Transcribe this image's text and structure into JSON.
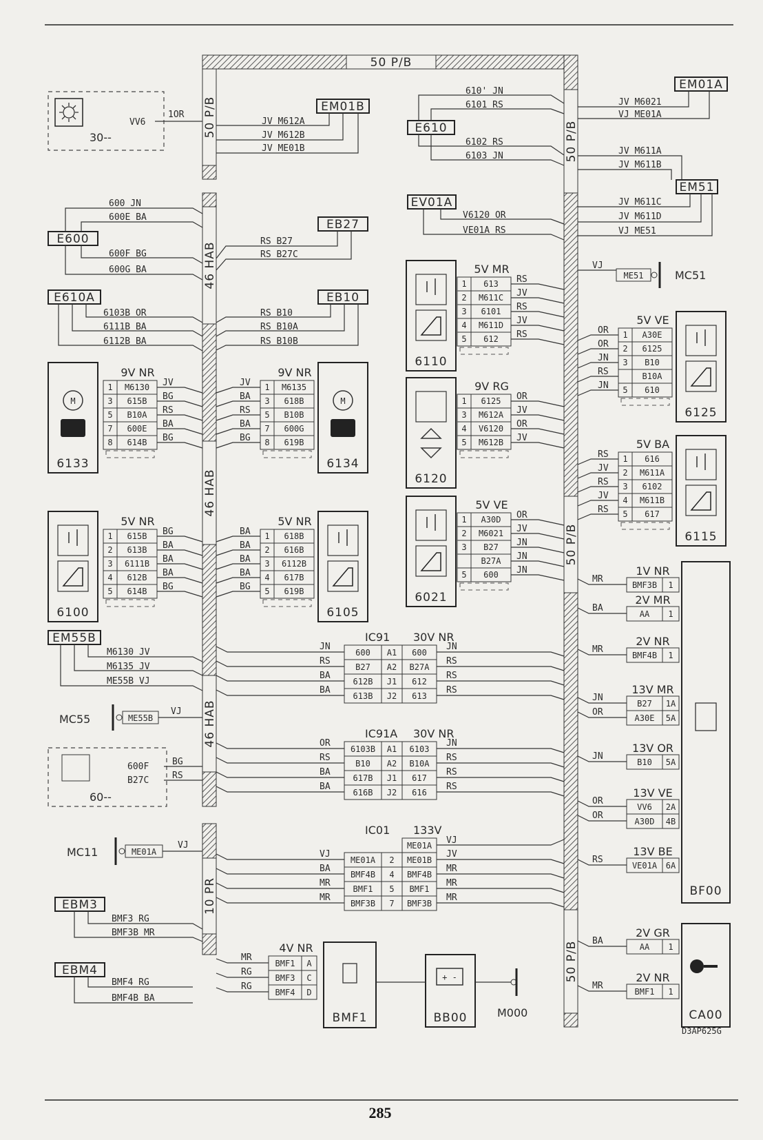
{
  "harness": {
    "top_label": "50 P/B",
    "left_upper": "50 P/B",
    "right_upper": "50 P/B",
    "left_mid": "46 HAB",
    "left_mid2": "46 HAB",
    "left_low": "46 HAB",
    "left_bottom": "10 PR",
    "right_mid": "50 P/B",
    "right_low": "50 P/B"
  },
  "connectors": {
    "em01a": "EM01A",
    "em01b": "EM01B",
    "e610": "E610",
    "em51": "EM51",
    "ev01a": "EV01A",
    "e600": "E600",
    "eb27": "EB27",
    "e610a": "E610A",
    "eb10": "EB10",
    "em55b": "EM55B",
    "ebm3": "EBM3",
    "ebm4": "EBM4"
  },
  "grounds": {
    "mc51": "MC51",
    "me51": "ME51",
    "mc55": "MC55",
    "me55b": "ME55B",
    "mc11": "MC11",
    "me01a": "ME01A",
    "m000": "M000"
  },
  "lamp": {
    "label": "30--",
    "wire": "VV6",
    "wire_color": "1OR"
  },
  "wires": {
    "em01b": [
      "JV M612A",
      "JV M612B",
      "JV ME01B"
    ],
    "e610_top": [
      "610' JN",
      "6101 RS"
    ],
    "e610_bot": [
      "6102 RS",
      "6103 JN"
    ],
    "em01a": [
      "JV M6021",
      "VJ ME01A"
    ],
    "em51_top": [
      "JV M611A",
      "JV M611B"
    ],
    "em51_bot": [
      "JV M611C",
      "JV M611D",
      "VJ ME51"
    ],
    "ev01a": [
      "V6120 OR",
      "VE01A RS"
    ],
    "e600_top": [
      "600 JN",
      "600E BA"
    ],
    "e600_bot": [
      "600F BG",
      "600G BA"
    ],
    "eb27": [
      "RS B27",
      "RS B27C"
    ],
    "e610a": [
      "6103B OR",
      "6111B BA",
      "6112B BA"
    ],
    "eb10": [
      "RS B10",
      "RS B10A",
      "RS B10B"
    ],
    "em55b": [
      "M6130 JV",
      "M6135 JV",
      "ME55B VJ"
    ],
    "ebm3": [
      "BMF3 RG",
      "BMF3B MR"
    ],
    "ebm4": [
      "BMF4 RG",
      "BMF4B BA"
    ],
    "mc51": "VJ",
    "mc55": "VJ",
    "mc11": "VJ"
  },
  "components": {
    "c6133": {
      "id": "6133",
      "header": "9V NR",
      "pins": [
        "1",
        "3",
        "5",
        "7",
        "8"
      ],
      "signals": [
        "M6130",
        "615B",
        "B10A",
        "600E",
        "614B"
      ],
      "colors": [
        "JV",
        "BG",
        "RS",
        "BA",
        "BG"
      ]
    },
    "c6134": {
      "id": "6134",
      "header": "9V NR",
      "pins": [
        "1",
        "3",
        "5",
        "7",
        "8"
      ],
      "signals": [
        "M6135",
        "618B",
        "B10B",
        "600G",
        "619B"
      ],
      "colors": [
        "JV",
        "BA",
        "RS",
        "BA",
        "BG"
      ]
    },
    "c6100": {
      "id": "6100",
      "header": "5V NR",
      "pins": [
        "1",
        "2",
        "3",
        "4",
        "5"
      ],
      "signals": [
        "615B",
        "613B",
        "6111B",
        "612B",
        "614B"
      ],
      "colors": [
        "BG",
        "BA",
        "BA",
        "BA",
        "BG"
      ]
    },
    "c6105": {
      "id": "6105",
      "header": "5V NR",
      "pins": [
        "1",
        "2",
        "3",
        "4",
        "5"
      ],
      "signals": [
        "618B",
        "616B",
        "6112B",
        "617B",
        "619B"
      ],
      "colors": [
        "BA",
        "BA",
        "BA",
        "BA",
        "BG"
      ]
    },
    "c6110": {
      "id": "6110",
      "header": "5V MR",
      "pins": [
        "1",
        "2",
        "3",
        "4",
        "5"
      ],
      "signals": [
        "613",
        "M611C",
        "6101",
        "M611D",
        "612"
      ],
      "colors": [
        "RS",
        "JV",
        "RS",
        "JV",
        "RS"
      ]
    },
    "c6120": {
      "id": "6120",
      "header": "9V RG",
      "pins": [
        "1",
        "3",
        "4",
        "5"
      ],
      "signals": [
        "6125",
        "M612A",
        "V6120",
        "M612B"
      ],
      "colors": [
        "OR",
        "JV",
        "OR",
        "JV"
      ]
    },
    "c6021": {
      "id": "6021",
      "header": "5V VE",
      "pins": [
        "1",
        "2",
        "3",
        "",
        "5"
      ],
      "signals": [
        "A30D",
        "M6021",
        "B27",
        "B27A",
        "600"
      ],
      "colors": [
        "OR",
        "JV",
        "JN",
        "JN",
        "JN"
      ]
    },
    "c6125": {
      "id": "6125",
      "header": "5V VE",
      "pins": [
        "1",
        "2",
        "3",
        "",
        "5"
      ],
      "signals": [
        "A30E",
        "6125",
        "B10",
        "B10A",
        "610"
      ],
      "colors": [
        "OR",
        "OR",
        "JN",
        "RS",
        "JN"
      ]
    },
    "c6115": {
      "id": "6115",
      "header": "5V BA",
      "pins": [
        "1",
        "2",
        "3",
        "4",
        "5"
      ],
      "signals": [
        "616",
        "M611A",
        "6102",
        "M611B",
        "617"
      ],
      "colors": [
        "RS",
        "JV",
        "RS",
        "JV",
        "RS"
      ]
    },
    "lamp60": {
      "label": "60--",
      "signals": [
        "600F",
        "B27C"
      ],
      "colors": [
        "BG",
        "RS"
      ]
    }
  },
  "inline": {
    "ic91": {
      "title": "IC91",
      "spec": "30V NR",
      "left": [
        "600",
        "B27",
        "612B",
        "613B"
      ],
      "mid": [
        "A1",
        "A2",
        "J1",
        "J2"
      ],
      "right": [
        "600",
        "B27A",
        "612",
        "613"
      ],
      "lcol": [
        "JN",
        "RS",
        "BA",
        "BA"
      ],
      "rcol": [
        "JN",
        "RS",
        "RS",
        "RS"
      ]
    },
    "ic91a": {
      "title": "IC91A",
      "spec": "30V NR",
      "left": [
        "6103B",
        "B10",
        "617B",
        "616B"
      ],
      "mid": [
        "A1",
        "A2",
        "J1",
        "J2"
      ],
      "right": [
        "6103",
        "B10A",
        "617",
        "616"
      ],
      "lcol": [
        "OR",
        "RS",
        "BA",
        "BA"
      ],
      "rcol": [
        "JN",
        "RS",
        "RS",
        "RS"
      ]
    },
    "ic01": {
      "title": "IC01",
      "spec": "133V",
      "left": [
        "ME01A",
        "BMF4B",
        "BMF1",
        "BMF3B"
      ],
      "mid": [
        "2",
        "4",
        "5",
        "7"
      ],
      "right": [
        "ME01B",
        "BMF4B",
        "BMF1",
        "BMF3B"
      ],
      "lcol": [
        "VJ",
        "BA",
        "MR",
        "MR"
      ],
      "rcol": [
        "JV",
        "MR",
        "MR",
        "MR"
      ],
      "extra_right": "ME01A",
      "extra_rcol": "VJ"
    }
  },
  "bmf1": {
    "id": "BMF1",
    "header": "4V NR",
    "pins": [
      "A",
      "C",
      "D"
    ],
    "signals": [
      "BMF1",
      "BMF3",
      "BMF4"
    ],
    "colors": [
      "MR",
      "RG",
      "RG"
    ]
  },
  "bb00": {
    "id": "BB00",
    "battery": "+ -"
  },
  "bf00": {
    "id": "BF00",
    "blocks": [
      {
        "header": "1V NR",
        "rows": [
          [
            "BMF3B",
            "1"
          ]
        ],
        "colors": [
          "MR"
        ]
      },
      {
        "header": "2V MR",
        "rows": [
          [
            "AA",
            "1"
          ]
        ],
        "colors": [
          "BA"
        ]
      },
      {
        "header": "2V NR",
        "rows": [
          [
            "BMF4B",
            "1"
          ]
        ],
        "colors": [
          "MR"
        ]
      },
      {
        "header": "13V MR",
        "rows": [
          [
            "B27",
            "1A"
          ],
          [
            "A30E",
            "5A"
          ]
        ],
        "colors": [
          "JN",
          "OR"
        ]
      },
      {
        "header": "13V OR",
        "rows": [
          [
            "B10",
            "5A"
          ]
        ],
        "colors": [
          "JN"
        ]
      },
      {
        "header": "13V VE",
        "rows": [
          [
            "VV6",
            "2A"
          ],
          [
            "A30D",
            "4B"
          ]
        ],
        "colors": [
          "OR",
          "OR"
        ]
      },
      {
        "header": "13V BE",
        "rows": [
          [
            "VE01A",
            "6A"
          ]
        ],
        "colors": [
          "RS"
        ]
      }
    ]
  },
  "ca00": {
    "id": "CA00",
    "blocks": [
      {
        "header": "2V GR",
        "rows": [
          [
            "AA",
            "1"
          ]
        ],
        "colors": [
          "BA"
        ]
      },
      {
        "header": "2V NR",
        "rows": [
          [
            "BMF1",
            "1"
          ]
        ],
        "colors": [
          "MR"
        ]
      }
    ]
  },
  "ref": "D3AP625G",
  "page_number": "285"
}
